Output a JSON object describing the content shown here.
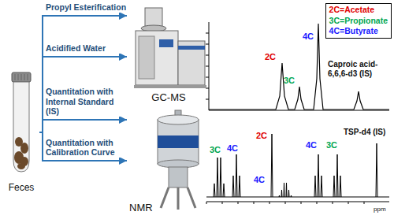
{
  "diagram": {
    "nodes": [
      {
        "text": [
          "Feces"
        ]
      },
      {
        "text": [
          "GC-MS"
        ]
      },
      {
        "text": [
          "NMR"
        ]
      }
    ],
    "edges": [
      {
        "from": 0,
        "to": 1,
        "arrow": "to",
        "label": "Propyl Esterification"
      },
      {
        "from": 0,
        "to": 1,
        "arrow": "to",
        "label": "Acidified Water"
      },
      {
        "from": 0,
        "to": 2,
        "arrow": "to",
        "label": "Quantitation with Internal Standard (IS)"
      },
      {
        "from": 0,
        "to": 2,
        "arrow": "to",
        "label": "Quantitation with Calibration Curve"
      }
    ],
    "labels": [
      "2C",
      "3C",
      "4C",
      "Caproic acid-6,6,6-d3 (IS)",
      "3C",
      "4C",
      "2C",
      "4C",
      "4C",
      "3C",
      "TSP-d4 (IS)",
      "ppm"
    ],
    "legend": [
      {
        "text": "2C=Acetate",
        "color": "#e00000"
      },
      {
        "text": "3C=Propionate",
        "color": "#00a651"
      },
      {
        "text": "4C=Butyrate",
        "color": "#1a1aff"
      }
    ]
  }
}
